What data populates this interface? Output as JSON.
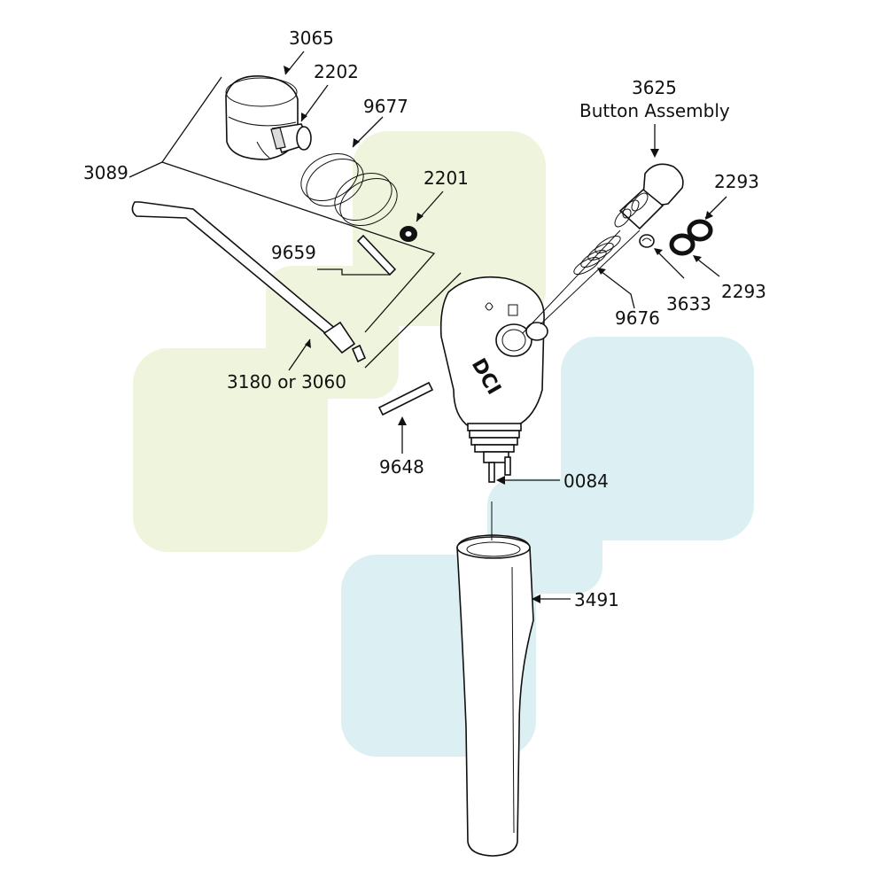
{
  "labels": {
    "p3065": "3065",
    "p2202": "2202",
    "p9677": "9677",
    "p3089": "3089",
    "p2201": "2201",
    "p9659": "9659",
    "p3180": "3180 or 3060",
    "p3625": "3625",
    "p3625_sub": "Button Assembly",
    "p2293_top": "2293",
    "p2293_bottom": "2293",
    "p3633": "3633",
    "p9676": "9676",
    "p9648": "9648",
    "p0084": "0084",
    "p3491": "3491"
  },
  "handpiece_logo": "DCI",
  "colors": {
    "background_green": "#eef5dc",
    "background_blue": "#dcf0f4",
    "line": "#111111"
  }
}
